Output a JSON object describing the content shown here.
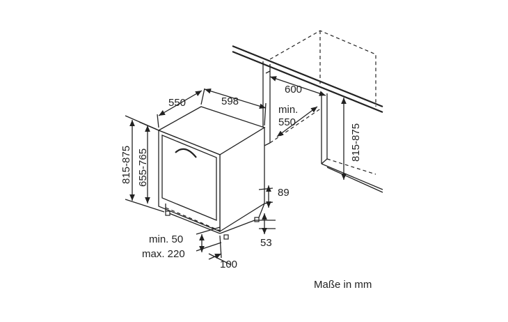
{
  "labels": {
    "depth": "550",
    "width": "598",
    "niche_width": "600",
    "niche_depth_min": "min.",
    "niche_depth_val": "550",
    "niche_height": "815-875",
    "total_height": "815-875",
    "body_height": "655-765",
    "plinth_min": "min. 50",
    "plinth_max": "max. 220",
    "door_gap": "100",
    "side_89": "89",
    "side_53": "53",
    "units": "Maße in mm"
  }
}
